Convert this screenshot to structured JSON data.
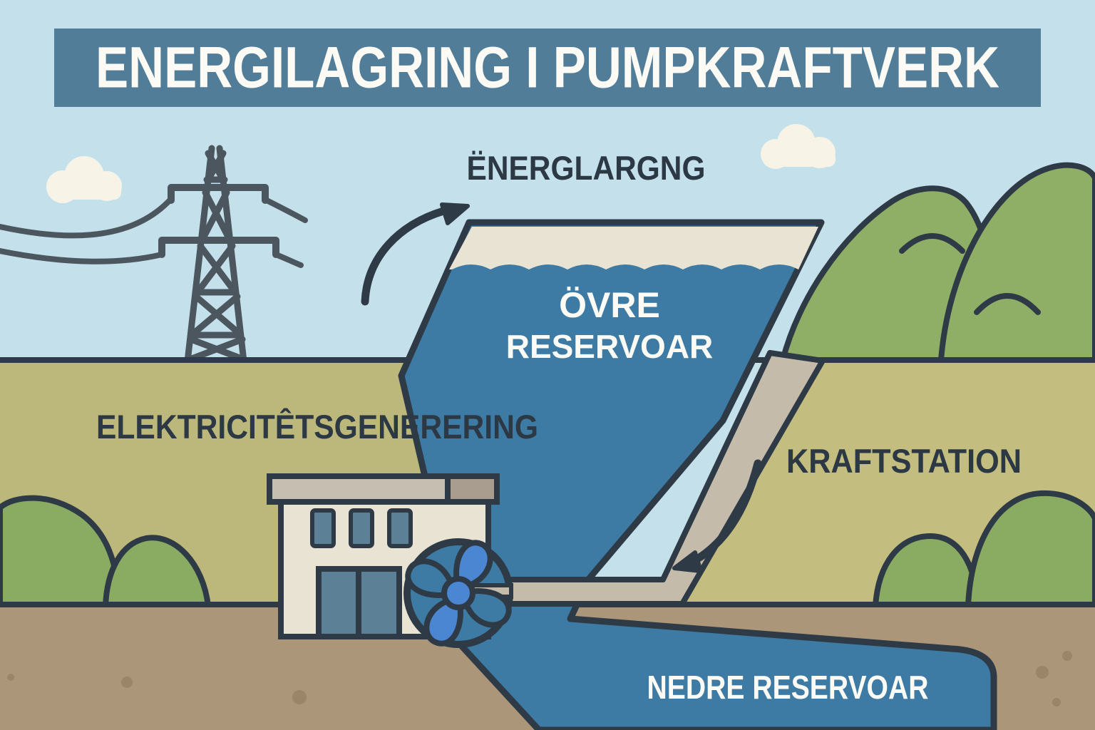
{
  "banner": {
    "title": "ENERGILAGRING I PUMPKRAFTVERK"
  },
  "labels": {
    "energy_flow": "ËNERGLARGNG",
    "upper_reservoir_line1": "ÖVRE",
    "upper_reservoir_line2": "RESERVOAR",
    "electricity_generation": "ELEKTRICITÊTSGENERERING",
    "power_station": "KRAFTSTATION",
    "lower_reservoir": "NEDRE RESERVOAR"
  },
  "palette": {
    "sky": "#c4e1eb",
    "banner_bg": "#527d99",
    "outline": "#2e3a45",
    "cloud": "#f7f4e7",
    "pylon": "#4b565f",
    "hill": "#8fae66",
    "bush": "#8aab62",
    "field_left": "#bcb77a",
    "field_right": "#c3bd7f",
    "water": "#3d7ba4",
    "water_cream": "#e9e3d3",
    "propeller": "#4a86d2",
    "pipe_gray": "#c4bbab",
    "roof_gray": "#c6beb0",
    "roof_dark": "#a89d8e",
    "wall": "#e9e3d4",
    "window_blue": "#5c8095",
    "dirt": "#ab967a",
    "dirt_spot": "#9b8568",
    "text_dark": "#2c3944",
    "text_light": "#fbfaf4"
  }
}
